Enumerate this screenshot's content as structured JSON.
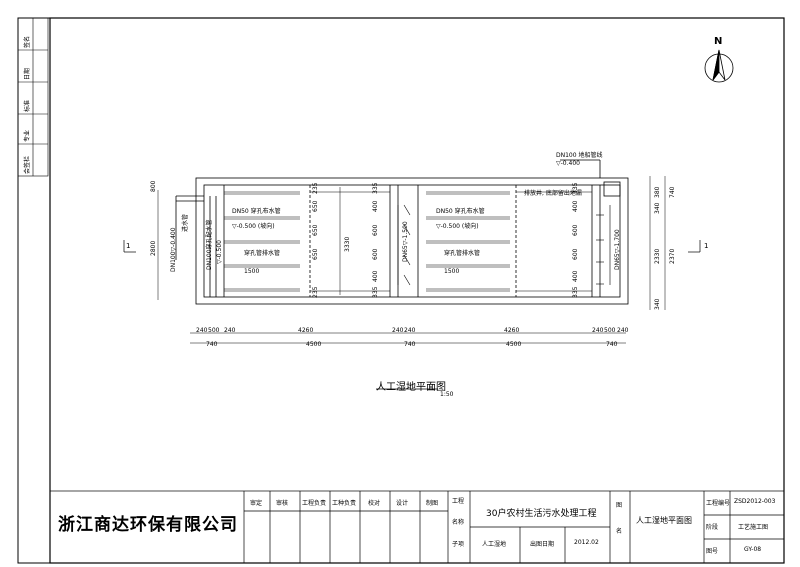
{
  "north": {
    "label": "N"
  },
  "plan": {
    "title": "人工湿地平面图",
    "scale": "1:50",
    "section_marker": "1",
    "top_pipe": "DN100 地船管线",
    "top_elev": "▽-0.400",
    "right_note": "排放井, 底部留出地漏",
    "left_pipe_v": "DN100▽-0.400",
    "left_pipe_note": "进水管",
    "left_inner_v": "DN100穿孔配水管",
    "left_elev_v": "▽-0.500",
    "left_block": {
      "pipe": "DN50 穿孔布水管",
      "elev": "▽-0.500 (坡向)",
      "pipe2": "穿孔管排水管",
      "dim": "1500"
    },
    "right_block": {
      "pipe": "DN50 穿孔布水管",
      "elev": "▽-0.500 (坡向)",
      "pipe2": "穿孔管排水管",
      "dim": "1500"
    },
    "mid_v": "DN65▽-1.500",
    "right_v": "DN65▽-1.700",
    "left_dim_v": "2800",
    "left_dim_top": "800",
    "center_dim": "3330",
    "right_dims": [
      "380",
      "740",
      "2330",
      "2370",
      "340",
      "340"
    ],
    "inner_dims_left": [
      "235",
      "650",
      "650",
      "650",
      "235"
    ],
    "inner_dims_mid": [
      "335",
      "400",
      "600",
      "600",
      "400",
      "335"
    ],
    "inner_dims_right": [
      "335",
      "400",
      "600",
      "600",
      "400",
      "335"
    ],
    "bottom_dims_row1": [
      "240",
      "500",
      "240",
      "4260",
      "240",
      "240",
      "4260",
      "240",
      "500",
      "240"
    ],
    "bottom_dims_row2": [
      "740",
      "4500",
      "740",
      "4500",
      "740"
    ]
  },
  "side_table": {
    "rows": [
      "签名",
      "日期",
      "标准",
      "专业",
      "会签栏"
    ]
  },
  "title_block": {
    "company": "浙江商达环保有限公司",
    "headers": [
      "审定",
      "审核",
      "工程负责",
      "工种负责",
      "校对",
      "设计",
      "制图"
    ],
    "proj_label": "工程",
    "name_label": "名称",
    "sub_label": "子项",
    "project": "30户农村生活污水处理工程",
    "subitem": "人工湿地",
    "date_label": "出图日期",
    "date": "2012.02",
    "drawing_label_1": "图",
    "drawing_label_2": "名",
    "drawing_name": "人工湿地平面图",
    "code_label": "工程编号",
    "code": "ZSD2012-003",
    "stage_label": "阶段",
    "stage": "工艺施工图",
    "num_label": "图号",
    "num": "GY-08"
  }
}
